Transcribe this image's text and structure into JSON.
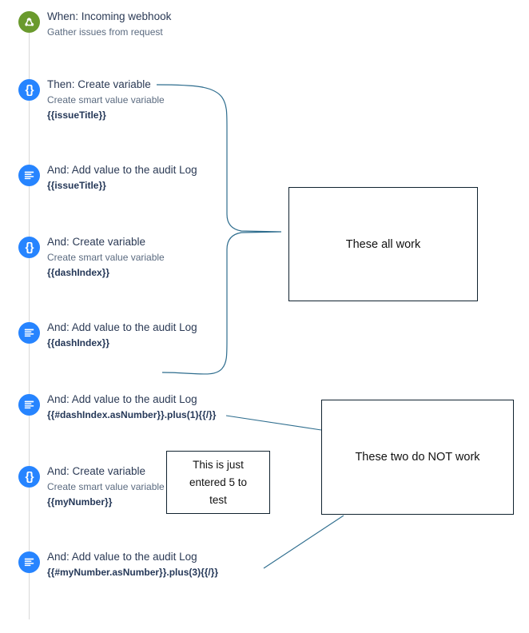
{
  "rule": {
    "steps": [
      {
        "icon": "webhook-icon",
        "title": "When: Incoming webhook",
        "subtitle": "Gather issues from request",
        "smart_value": ""
      },
      {
        "icon": "curly-braces-icon",
        "title": "Then: Create variable",
        "subtitle": "Create smart value variable",
        "smart_value": "{{issueTitle}}"
      },
      {
        "icon": "audit-log-icon",
        "title": "And: Add value to the audit Log",
        "subtitle": "",
        "smart_value": "{{issueTitle}}"
      },
      {
        "icon": "curly-braces-icon",
        "title": "And: Create variable",
        "subtitle": "Create smart value variable",
        "smart_value": "{{dashIndex}}"
      },
      {
        "icon": "audit-log-icon",
        "title": "And: Add value to the audit Log",
        "subtitle": "",
        "smart_value": "{{dashIndex}}"
      },
      {
        "icon": "audit-log-icon",
        "title": "And: Add value to the audit Log",
        "subtitle": "",
        "smart_value": "{{#dashIndex.asNumber}}.plus(1){{/}}"
      },
      {
        "icon": "curly-braces-icon",
        "title": "And: Create variable",
        "subtitle": "Create smart value variable",
        "smart_value": "{{myNumber}}"
      },
      {
        "icon": "audit-log-icon",
        "title": "And: Add value to the audit Log",
        "subtitle": "",
        "smart_value": "{{#myNumber.asNumber}}.plus(3){{/}}"
      }
    ]
  },
  "annotations": {
    "works": "These all work",
    "not_works": "These two do NOT work",
    "test_note_line1": "This is just",
    "test_note_line2": "entered 5 to",
    "test_note_line3": "test"
  },
  "colors": {
    "trigger_green": "#6a9a2d",
    "action_blue": "#2684ff",
    "title_text": "#2b3a55",
    "subtitle_text": "#5b6b80",
    "smart_value_text": "#253858",
    "connector": "#2e6d8e",
    "note_border": "#10222f",
    "rail": "#d8d8d8"
  }
}
